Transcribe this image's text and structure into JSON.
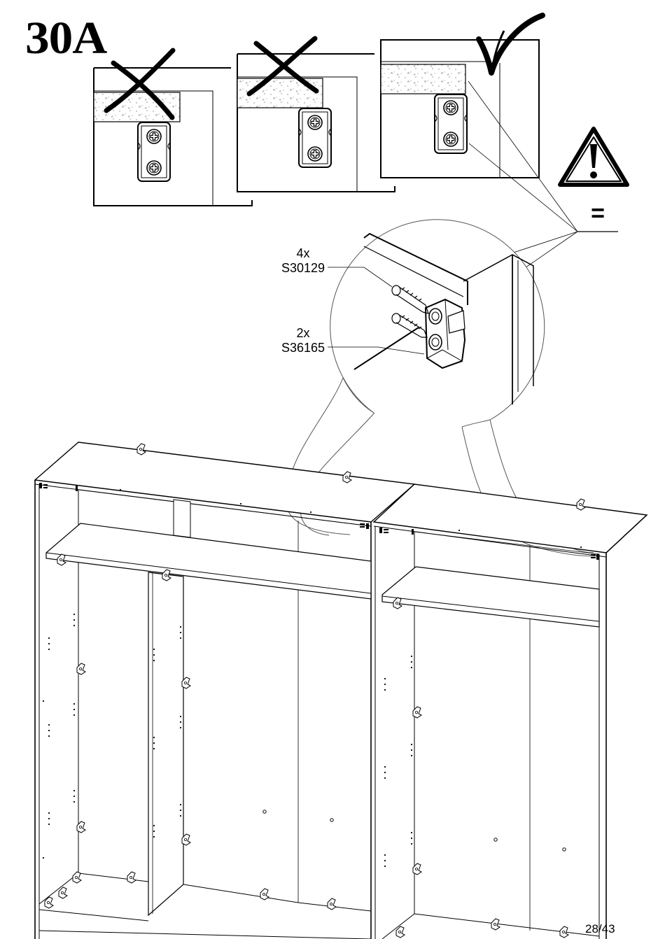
{
  "step": {
    "number": "30A"
  },
  "callouts": {
    "screw": {
      "quantity": "4x",
      "part": "S30129"
    },
    "bracket": {
      "quantity": "2x",
      "part": "S36165"
    }
  },
  "panels": [
    {
      "status": "wrong"
    },
    {
      "status": "wrong"
    },
    {
      "status": "correct"
    }
  ],
  "warning": {
    "icon": "warning-triangle-icon",
    "symbol": "="
  },
  "footer": {
    "page": "28/43"
  }
}
